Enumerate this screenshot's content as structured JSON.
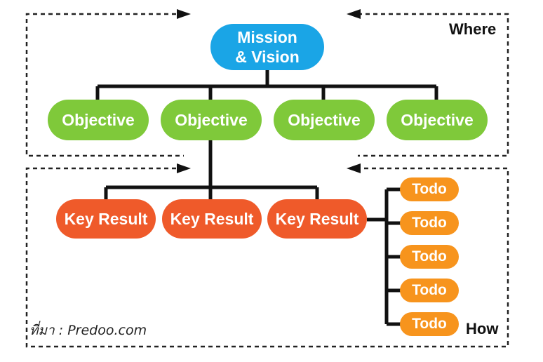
{
  "mission": {
    "line1": "Mission",
    "line2": "& Vision"
  },
  "objectives": [
    "Objective",
    "Objective",
    "Objective",
    "Objective"
  ],
  "key_results": [
    "Key Result",
    "Key Result",
    "Key Result"
  ],
  "todos": [
    "Todo",
    "Todo",
    "Todo",
    "Todo",
    "Todo"
  ],
  "zones": {
    "where": "Where",
    "how": "How"
  },
  "source": "ที่มา : Predoo.com",
  "colors": {
    "mission": "#1aa5e6",
    "objective": "#7fc93a",
    "key_result": "#ef5a2a",
    "todo": "#f7941d",
    "connector": "#111111"
  }
}
